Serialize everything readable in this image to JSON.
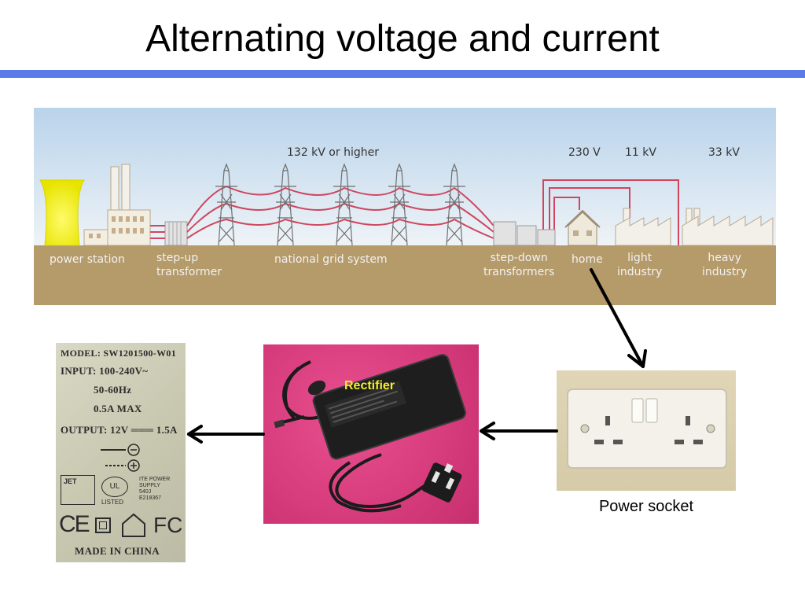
{
  "slide": {
    "title": "Alternating voltage and current",
    "accent_color": "#5b7be8"
  },
  "grid_diagram": {
    "sky_color": "#c7dcef",
    "ground_color": "#b59a6a",
    "line_color": "#d0465f",
    "voltages": {
      "grid": "132 kV or higher",
      "home": "230 V",
      "light_industry": "11 kV",
      "heavy_industry": "33 kV"
    },
    "stages": {
      "power_station": "power station",
      "step_up_1": "step-up",
      "step_up_2": "transformer",
      "national_grid": "national grid system",
      "step_down_1": "step-down",
      "step_down_2": "transformers",
      "home": "home",
      "light_1": "light",
      "light_2": "industry",
      "heavy_1": "heavy",
      "heavy_2": "industry"
    }
  },
  "label_plate": {
    "model": "MODEL: SW1201500-W01",
    "input": "INPUT: 100-240V~",
    "frequency": "50-60Hz",
    "current_max": "0.5A  MAX",
    "output": "OUTPUT: 12V ═══ 1.5A",
    "jet": "JET",
    "ul_listed": "LISTED",
    "ite_1": "ITE POWER",
    "ite_2": "SUPPLY",
    "ite_3": "540J",
    "ite_4": "E218367",
    "ce_mark": "CE",
    "fc_mark": "FC",
    "made_in": "MADE IN CHINA"
  },
  "adapter": {
    "label": "Rectifier",
    "label_color": "#f2ef2b"
  },
  "socket": {
    "caption": "Power socket"
  }
}
